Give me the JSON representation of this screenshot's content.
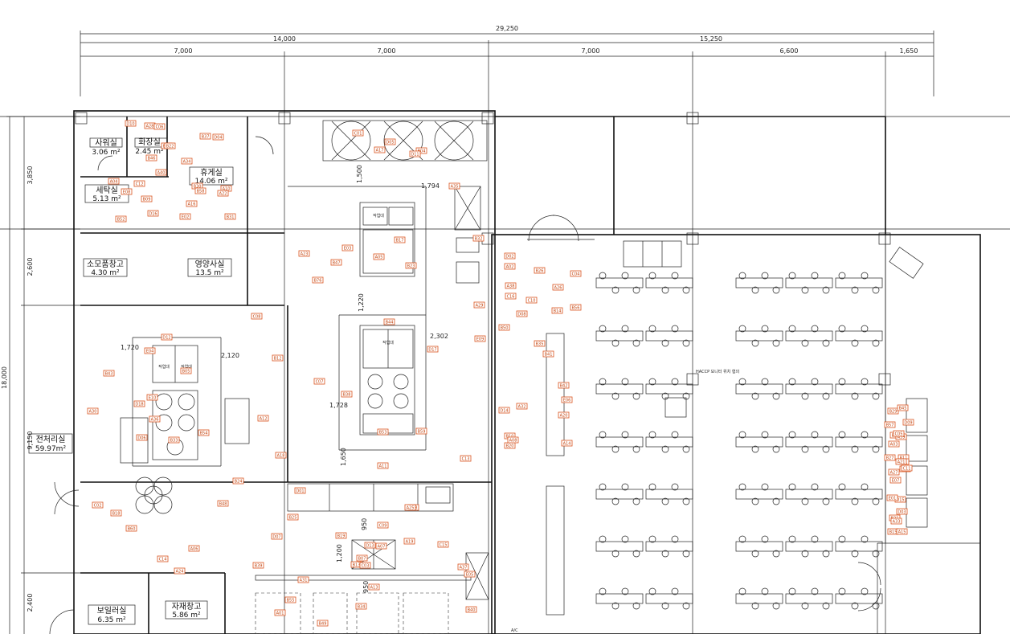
{
  "colors": {
    "tag": "#d9541e",
    "wall": "#111111",
    "background": "#ffffff"
  },
  "dimensions": {
    "overall": "29,250",
    "left_block": "14,000",
    "right_block": "15,250",
    "col1": "7,000",
    "col2": "7,000",
    "col3": "7,000",
    "col4": "6,600",
    "col5": "1,650",
    "total_height": "18,000",
    "row1": "3,850",
    "row2": "2,600",
    "row3": "9,150",
    "row4": "2,400"
  },
  "interior_dims": [
    "1,500",
    "1,794",
    "1,220",
    "2,302",
    "1,720",
    "2,120",
    "1,728",
    "950",
    "1,200",
    "1,650",
    "950"
  ],
  "rooms": [
    {
      "name": "사워실",
      "area": "3.06 m²"
    },
    {
      "name": "화장실",
      "area": "2.45 m²"
    },
    {
      "name": "휴게실",
      "area": "14.06 m²"
    },
    {
      "name": "세탁실",
      "area": "5.13 m²"
    },
    {
      "name": "소모품창고",
      "area": "4.30 m²"
    },
    {
      "name": "영양사실",
      "area": "13.5 m²"
    },
    {
      "name": "전처리실",
      "area": "59.97m²"
    },
    {
      "name": "보일러실",
      "area": "6.35 m²"
    },
    {
      "name": "자재창고",
      "area": "5.86 m²"
    }
  ],
  "labels": {
    "haccp": "HACCP 모니터 위치 협의",
    "ac": "A/C"
  },
  "tags": [
    "B44",
    "B43",
    "B07",
    "B10",
    "B11",
    "B09",
    "B04",
    "B05",
    "B28",
    "B41",
    "B29",
    "B31",
    "B76",
    "B12",
    "B13",
    "B14",
    "B15",
    "B16",
    "B17",
    "B18",
    "B19",
    "B20",
    "B21",
    "B22",
    "B23",
    "B24",
    "B25",
    "B26",
    "B27",
    "B30",
    "B32",
    "B33",
    "B34",
    "B35",
    "B36",
    "B37",
    "B38",
    "B39",
    "B40",
    "B42",
    "B45",
    "B46",
    "B47",
    "B48",
    "B49",
    "B50",
    "B51",
    "B52",
    "B53",
    "B54",
    "B55",
    "B56",
    "B57",
    "B58",
    "B59",
    "B60",
    "D01",
    "D02",
    "D03",
    "D04",
    "D05",
    "D06",
    "D07",
    "D08",
    "D09",
    "D10",
    "D11",
    "D12",
    "D13",
    "D14",
    "D15",
    "D16",
    "D17",
    "D18",
    "A01",
    "A02",
    "A03",
    "A04",
    "A05",
    "A06",
    "A07",
    "A08",
    "A09",
    "A10",
    "A11",
    "A12",
    "A13",
    "A14",
    "A15",
    "A16",
    "A17",
    "A18",
    "A19",
    "A20",
    "A21",
    "A22",
    "A23",
    "A24",
    "A25",
    "A26",
    "A27",
    "A28",
    "A29",
    "A30",
    "A31",
    "A32",
    "A33",
    "A34",
    "A35",
    "A36",
    "A37",
    "A38",
    "A39",
    "A40",
    "C01",
    "C02",
    "C03",
    "C04",
    "C05",
    "C06",
    "C07",
    "C08",
    "C09",
    "C10",
    "C11",
    "C12",
    "C13",
    "C14",
    "C15",
    "C16",
    "E01",
    "E02",
    "E03",
    "E04",
    "E05",
    "E06",
    "E07",
    "E08",
    "E09",
    "E10"
  ],
  "work_tables": [
    "작업대",
    "작업대",
    "작업대",
    "작업대"
  ]
}
